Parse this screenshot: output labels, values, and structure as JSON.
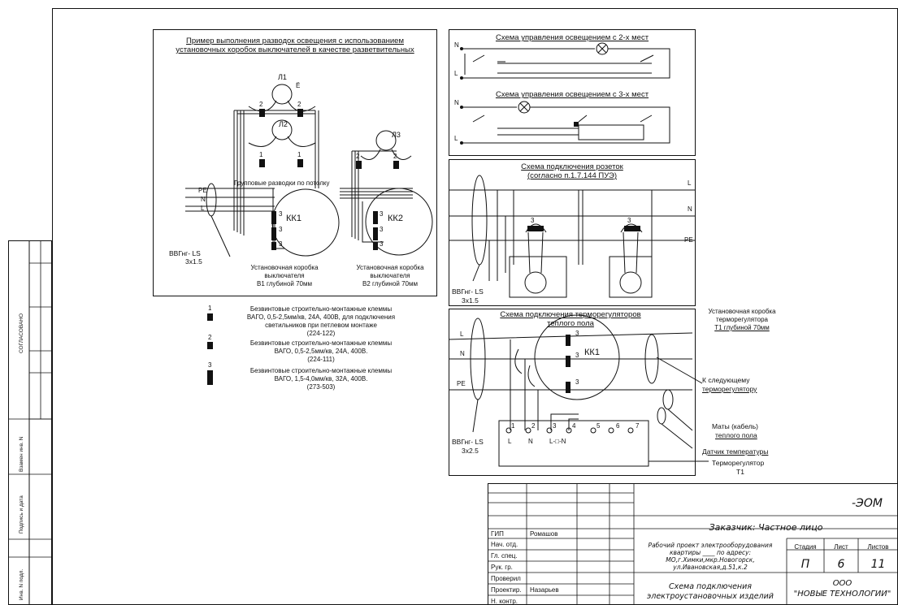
{
  "side": {
    "agreed": "СОГЛАСОВАНО",
    "replace_inv": "Взамен инв. N",
    "sign_date": "Подпись и дата",
    "inv_orig": "Инв. N подл."
  },
  "panel_wiring": {
    "title_line1": "Пример выполнения разводок освещения с использованием",
    "title_line2": "установочных коробок выключателей в качестве разветвительных",
    "lamp1": "Л1",
    "lamp1_letter": "Ё",
    "lamp2": "Л2",
    "lamp3": "Л3",
    "group_label": "Групповые разводки по потолку",
    "pe": "PE",
    "n": "N",
    "l": "L",
    "cable": "ВВГнг- LS",
    "cable_size": "3х1.5",
    "kk1": "КК1",
    "kk2": "КК2",
    "box1_line1": "Установочная коробка",
    "box1_line2": "выключателя",
    "box1_line3": "В1 глубиной 70мм",
    "box2_line1": "Установочная коробка",
    "box2_line2": "выключателя",
    "box2_line3": "В2 глубиной 70мм",
    "t1": "1",
    "t2": "2",
    "t3": "3"
  },
  "legend": [
    {
      "num": "1",
      "line1": "Безвинтовые строительно-монтажные клеммы",
      "line2": "ВАГО, 0,5-2,5мм/кв, 24А, 400В, для подключения",
      "line3": "светильников при петлевом монтаже",
      "line4": "(224-122)"
    },
    {
      "num": "2",
      "line1": "Безвинтовые строительно-монтажные клеммы",
      "line2": "ВАГО, 0,5-2,5мм/кв, 24А, 400В.",
      "line3": "(224-111)"
    },
    {
      "num": "3",
      "line1": "Безвинтовые строительно-монтажные клеммы",
      "line2": "ВАГО, 1,5-4,0мм/кв, 32А, 400В.",
      "line3": "(273-503)"
    }
  ],
  "panel_light": {
    "title2": "Схема управления освещением с 2-х мест",
    "title3": "Схема управления освещением с 3-х мест",
    "n": "N",
    "l": "L"
  },
  "panel_sockets": {
    "title1": "Схема подключения розеток",
    "title2": "(согласно п.1.7.144 ПУЭ)",
    "l": "L",
    "n": "N",
    "pe": "PE",
    "t3": "3",
    "cable": "ВВГнг- LS",
    "cable_size": "3х1.5"
  },
  "panel_thermo": {
    "title1": "Схема подключения терморегуляторов",
    "title2": "теплого пола",
    "kk1": "КК1",
    "l": "L",
    "n": "N",
    "pe": "PE",
    "t3": "3",
    "terminals": [
      "1",
      "2",
      "3",
      "4",
      "5",
      "6",
      "7"
    ],
    "term_l": "L",
    "term_n": "N",
    "term_ln": "L-□-N",
    "cable": "ВВГнг- LS",
    "cable_size": "3х2.5",
    "note_box_1": "Установочная коробка",
    "note_box_2": "терморегулятора",
    "note_box_3": "Т1 глубиной 70мм",
    "note_next_1": "К следующему",
    "note_next_2": "терморегулятору",
    "note_mats_1": "Маты (кабель)",
    "note_mats_2": "теплого пола",
    "note_sensor": "Датчик температуры",
    "note_reg_1": "Терморегулятор",
    "note_reg_2": "Т1"
  },
  "stamp": {
    "code": "-ЭОМ",
    "customer": "Заказчик: Частное лицо",
    "roles": [
      "ГИП",
      "Нач. отд.",
      "Гл. спец.",
      "Рук. гр.",
      "Проверил",
      "Проектир.",
      "Н. контр."
    ],
    "names": [
      "Ромашов",
      "",
      "",
      "",
      "",
      "Назарьев",
      ""
    ],
    "project_1": "Рабочий проект электрооборудования",
    "project_2": "квартиры ____ по адресу:",
    "project_3": "МО,г.Химки,мкр.Новогорск,",
    "project_4": "ул.Ивановская,д.51,к.2",
    "stage_h": "Стадия",
    "sheet_h": "Лист",
    "sheets_h": "Листов",
    "stage": "П",
    "sheet": "6",
    "sheets": "11",
    "drawing_1": "Схема подключения",
    "drawing_2": "электроустановочных изделий",
    "org_1": "ООО",
    "org_2": "\"НОВЫЕ ТЕХНОЛОГИИ\""
  }
}
